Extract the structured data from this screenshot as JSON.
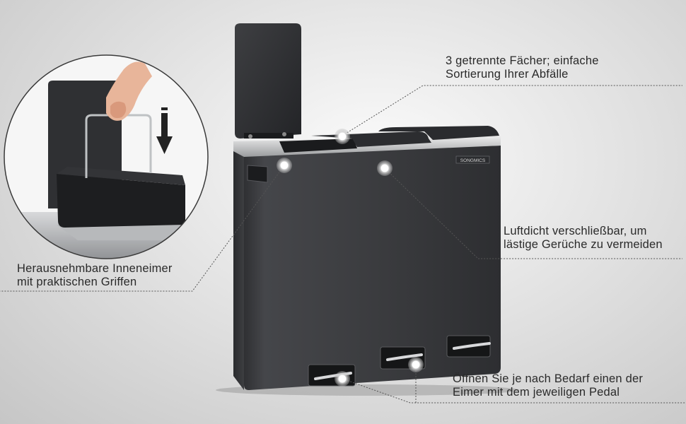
{
  "brand_label": "SONGMICS",
  "callouts": {
    "compartments": {
      "line1": "3 getrennte Fächer; einfache",
      "line2": "Sortierung Ihrer Abfälle"
    },
    "airtight": {
      "line1": "Luftdicht verschließbar, um",
      "line2": "lästige Gerüche zu vermeiden"
    },
    "buckets": {
      "line1": "Herausnehmbare Inneneimer",
      "line2": "mit praktischen Griffen"
    },
    "pedal": {
      "line1": "Öffnen Sie je nach Bedarf einen der",
      "line2": "Eimer mit dem jeweiligen Pedal"
    }
  },
  "icons": [
    "arrow-down-icon",
    "hotspot-dot-icon"
  ],
  "colors": {
    "bin_body": "#3b3c3f",
    "bin_trim": "#c9cbcd",
    "callout_line": "#555555"
  }
}
